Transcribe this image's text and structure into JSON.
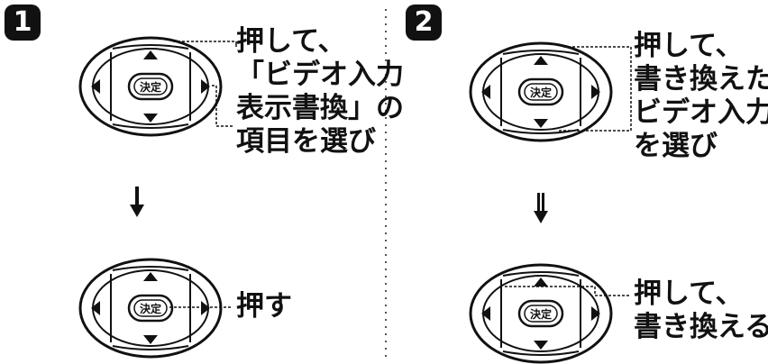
{
  "steps": [
    {
      "badge": "1",
      "instruction_lines": [
        "押して、",
        "「ビデオ入力",
        "表示書換」の",
        "項目を選び"
      ],
      "result_lines": [
        "押す"
      ]
    },
    {
      "badge": "2",
      "instruction_lines": [
        "押して、",
        "書き換えたい",
        "ビデオ入力",
        "を選び"
      ],
      "result_lines": [
        "押して、",
        "書き換える"
      ]
    }
  ],
  "remote": {
    "ok_label": "決定"
  }
}
